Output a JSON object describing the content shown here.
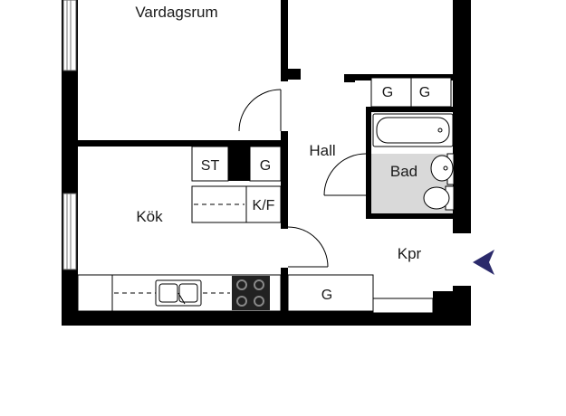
{
  "rooms": {
    "vardagsrum": "Vardagsrum",
    "kok": "Kök",
    "hall": "Hall",
    "bad": "Bad",
    "kpr": "Kpr"
  },
  "fixtures": {
    "wardrobe_kok": "G",
    "storage_kok": "ST",
    "fridge_freezer": "K/F",
    "wardrobe_hall_1": "G",
    "wardrobe_hall_2": "G",
    "wardrobe_kpr": "G"
  },
  "colors": {
    "wall": "#000000",
    "bathroom_floor": "#d9d9d9",
    "entrance_arrow": "#2b2a6b"
  }
}
